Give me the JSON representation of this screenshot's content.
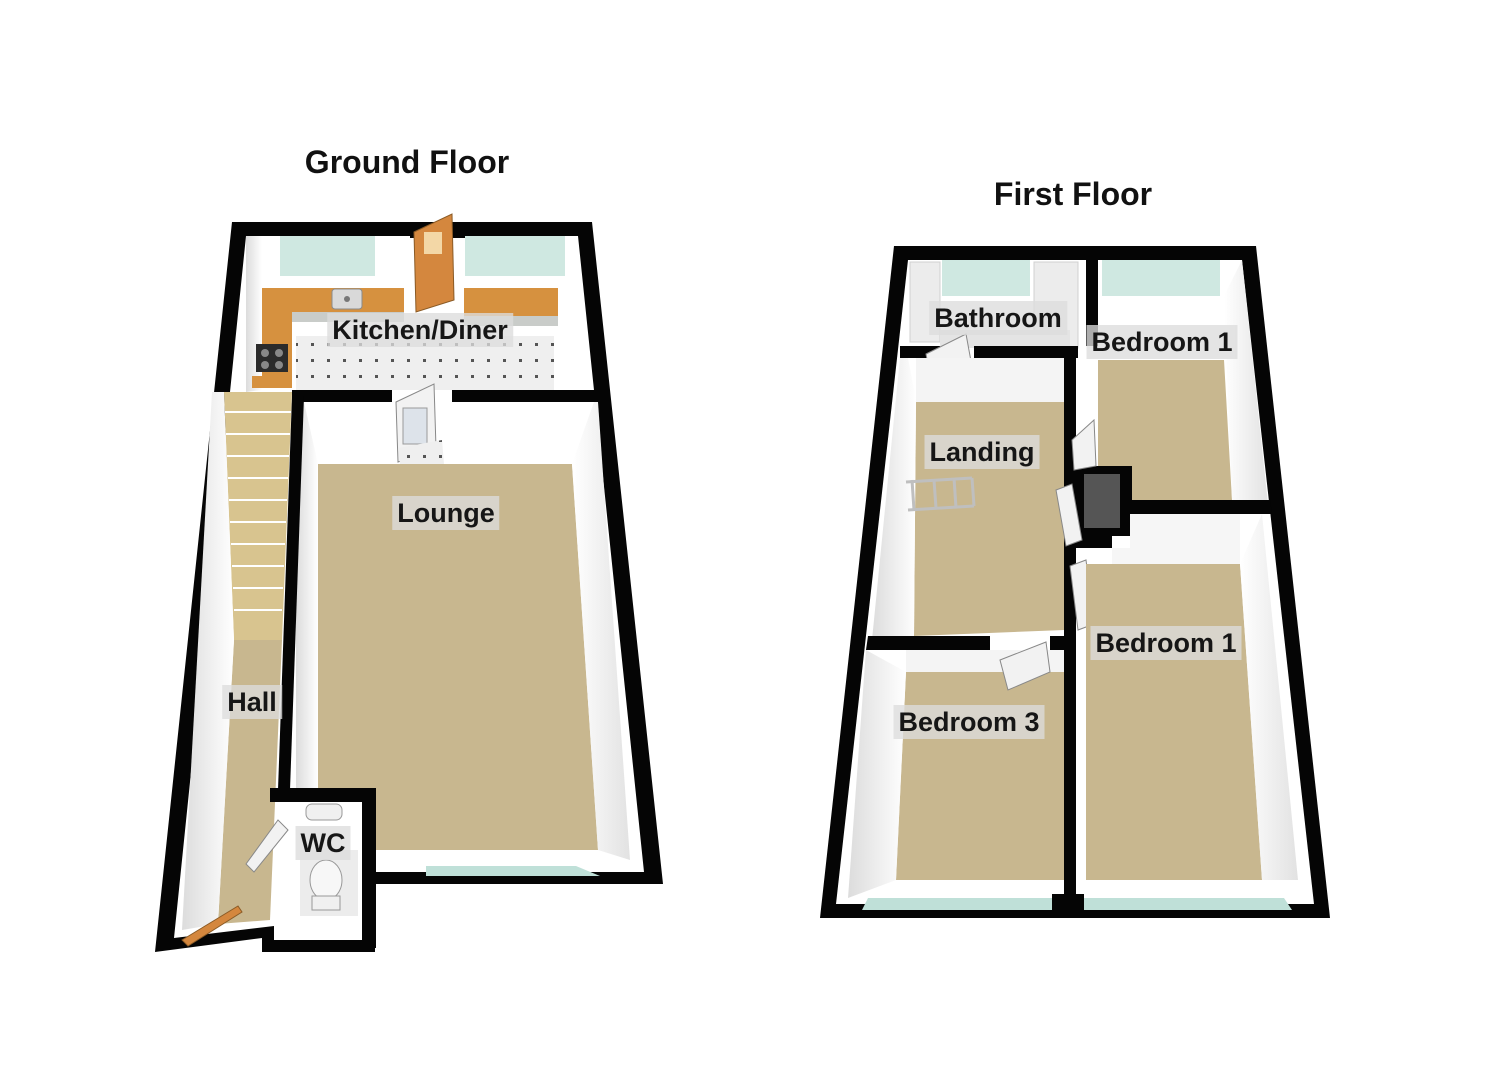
{
  "floors": [
    {
      "title": "Ground Floor",
      "rooms": [
        "Kitchen/Diner",
        "Lounge",
        "Hall",
        "WC"
      ]
    },
    {
      "title": "First Floor",
      "rooms": [
        "Bathroom",
        "Bedroom 1",
        "Landing",
        "Bedroom 1",
        "Bedroom 3"
      ]
    }
  ],
  "colors": {
    "wall": "#050505",
    "carpet": "#c8b78f",
    "worktop": "#d6913f",
    "door": "#d4873e",
    "floor_tile": "#eeeeee",
    "window": "#bfe0d8",
    "inner_wall": "#f6f6f6"
  }
}
